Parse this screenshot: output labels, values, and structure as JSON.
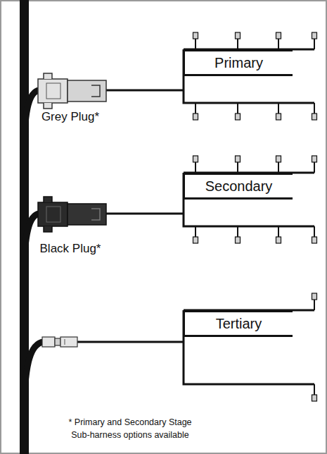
{
  "diagram": {
    "nodes": [
      {
        "text": [
          "Primary"
        ]
      },
      {
        "text": [
          "Secondary"
        ]
      },
      {
        "text": [
          "Tertiary"
        ]
      }
    ],
    "labels": [
      "Grey Plug*",
      "Black Plug*",
      "* Primary and Secondary Stage Sub-harness options available"
    ]
  }
}
